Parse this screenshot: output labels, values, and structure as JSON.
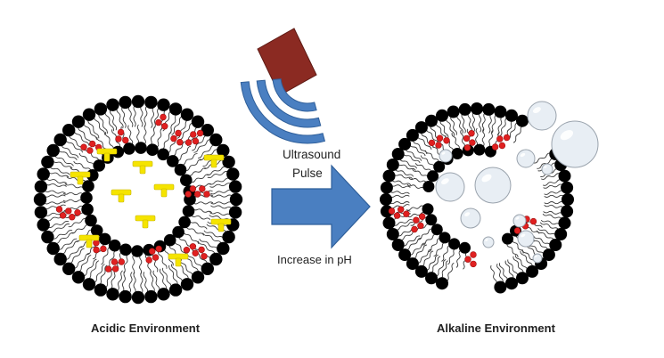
{
  "labels": {
    "ultrasound_line1": "Ultrasound",
    "ultrasound_line2": "Pulse",
    "ph_change": "Increase in pH",
    "left_caption": "Acidic Environment",
    "right_caption": "Alkaline Environment"
  },
  "colors": {
    "lipid_head": "#000000",
    "lipid_tail": "#3a3a3a",
    "drug_molecule": "#e02020",
    "payload_molecule": "#f5e400",
    "arrow": "#4a7fc1",
    "transducer": "#8b2a22",
    "wave": "#4a7fc1",
    "bubble": "#e8eef4"
  },
  "icons": {
    "transducer": "ultrasound-transducer-icon",
    "waves": "ultrasound-wave-icon",
    "arrow": "right-arrow-icon",
    "bubble": "gas-bubble-icon"
  }
}
